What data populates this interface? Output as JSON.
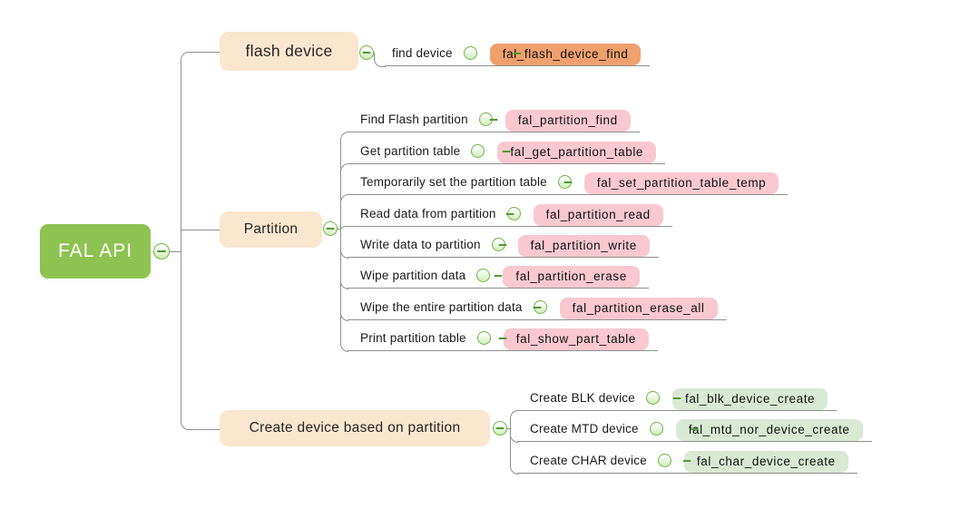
{
  "root": {
    "label": "FAL API"
  },
  "icons": {
    "collapse": "minus-circle"
  },
  "colors": {
    "root_bg": "#8dc351",
    "branch_bg": "#fbe6cf",
    "flash_func_bg": "#efa06d",
    "partition_func_bg": "#f9c8d0",
    "create_func_bg": "#d9e9d4",
    "connector": "#8f8f8f",
    "collapse_icon_green": "#70b544"
  },
  "branches": {
    "flash": {
      "label": "flash device",
      "children": [
        {
          "label": "find device",
          "func": "fal_flash_device_find"
        }
      ]
    },
    "partition": {
      "label": "Partition",
      "children": [
        {
          "label": "Find Flash partition",
          "func": "fal_partition_find"
        },
        {
          "label": "Get partition table",
          "func": "fal_get_partition_table"
        },
        {
          "label": "Temporarily set the partition table",
          "func": "fal_set_partition_table_temp"
        },
        {
          "label": "Read data from partition",
          "func": "fal_partition_read"
        },
        {
          "label": "Write data to partition",
          "func": "fal_partition_write"
        },
        {
          "label": "Wipe partition data",
          "func": "fal_partition_erase"
        },
        {
          "label": "Wipe the entire partition data",
          "func": "fal_partition_erase_all"
        },
        {
          "label": "Print partition table",
          "func": "fal_show_part_table"
        }
      ]
    },
    "create": {
      "label": "Create device based on partition",
      "children": [
        {
          "label": "Create BLK device",
          "func": "fal_blk_device_create"
        },
        {
          "label": "Create MTD device",
          "func": "fal_mtd_nor_device_create"
        },
        {
          "label": "Create CHAR device",
          "func": "fal_char_device_create"
        }
      ]
    }
  }
}
